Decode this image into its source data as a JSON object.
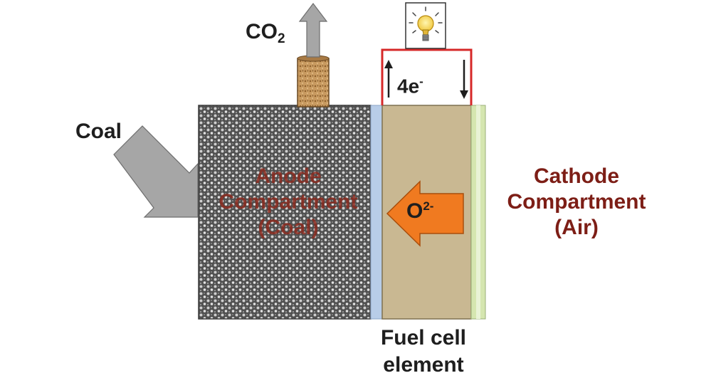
{
  "labels": {
    "co2_main": "CO",
    "co2_sub": "2",
    "coal": "Coal",
    "electron_main": "4e",
    "electron_sup": "-",
    "oxide_main": "O",
    "oxide_sup": "2-",
    "anode_line1": "Anode",
    "anode_line2": "Compartment",
    "anode_line3": "(Coal)",
    "cathode_line1": "Cathode",
    "cathode_line2": "Compartment",
    "cathode_line3": "(Air)",
    "fuelcell_line1": "Fuel cell",
    "fuelcell_line2": "element"
  },
  "colors": {
    "anode_fill": "#5b5b5b",
    "electrolyte_strip": "#b8cde8",
    "fuel_cell_fill": "#c9b892",
    "cathode_strip": "#d5e6b0",
    "circuit_wire": "#d62828",
    "arrow_gray": "#a6a6a6",
    "arrow_orange": "#f07a20",
    "label_red": "#7d1e16"
  },
  "icons": {
    "light_bulb": "light-bulb-icon"
  }
}
